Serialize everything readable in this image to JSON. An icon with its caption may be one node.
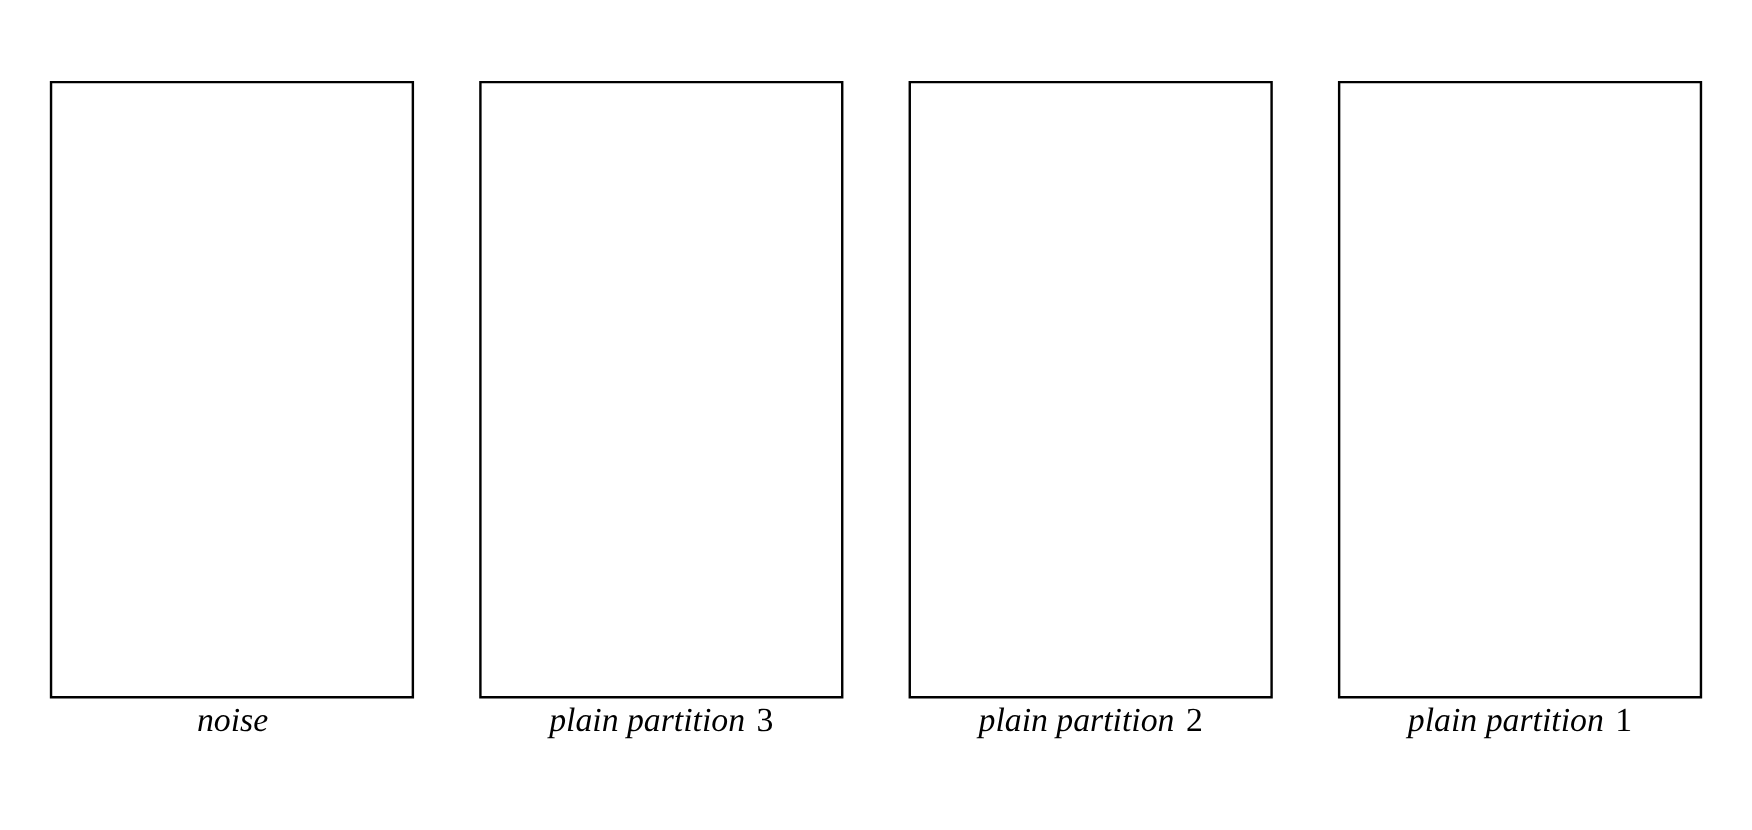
{
  "diagram": {
    "nodes": [
      {
        "text": [
          "noise"
        ]
      },
      {
        "text": [
          "*plain partition* 3"
        ]
      },
      {
        "text": [
          "*plain partition* 2"
        ]
      },
      {
        "text": [
          "*plain partition* 1"
        ]
      }
    ],
    "edges": []
  }
}
